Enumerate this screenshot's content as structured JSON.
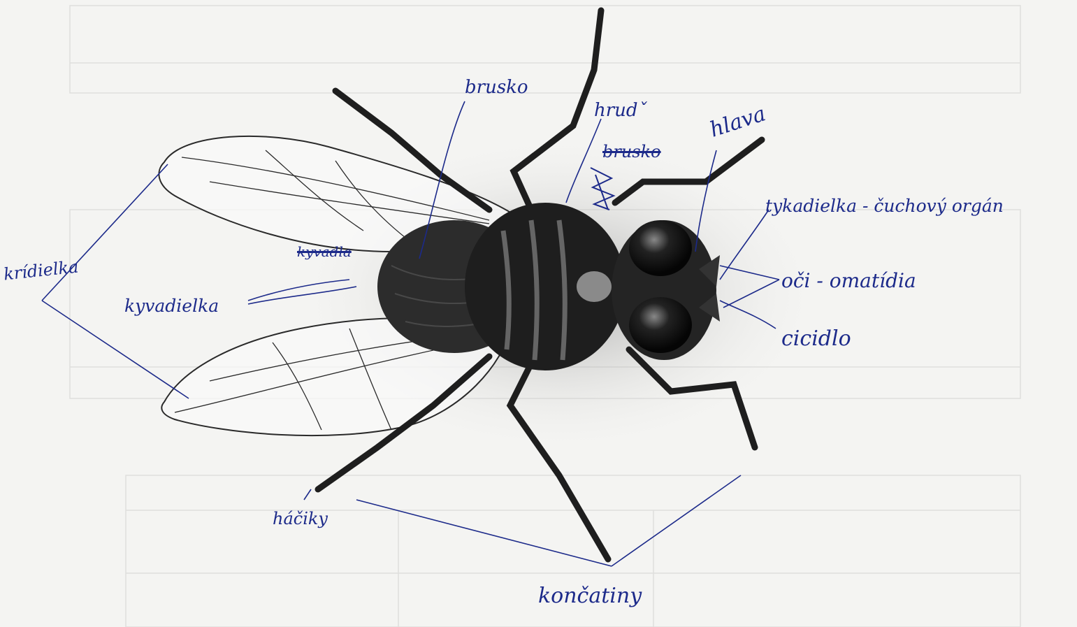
{
  "labels": {
    "brusko": "brusko",
    "hrud": "hrudˇ",
    "hlava": "hlava",
    "brusko_struck": "brusko",
    "tykadielka": "tykadielka - čuchový orgán",
    "oci": "oči - omatídia",
    "cicidlo": "cicidlo",
    "kridielka": "krídielka",
    "kyvadielka": "kyvadielka",
    "kyvadielka_struck": "kyvadla",
    "hacky": "háčiky",
    "koncatiny": "končatiny"
  },
  "colors": {
    "ink": "#1c2a8a",
    "fly_body": "#1e1e1e",
    "paper": "#f4f4f2"
  }
}
